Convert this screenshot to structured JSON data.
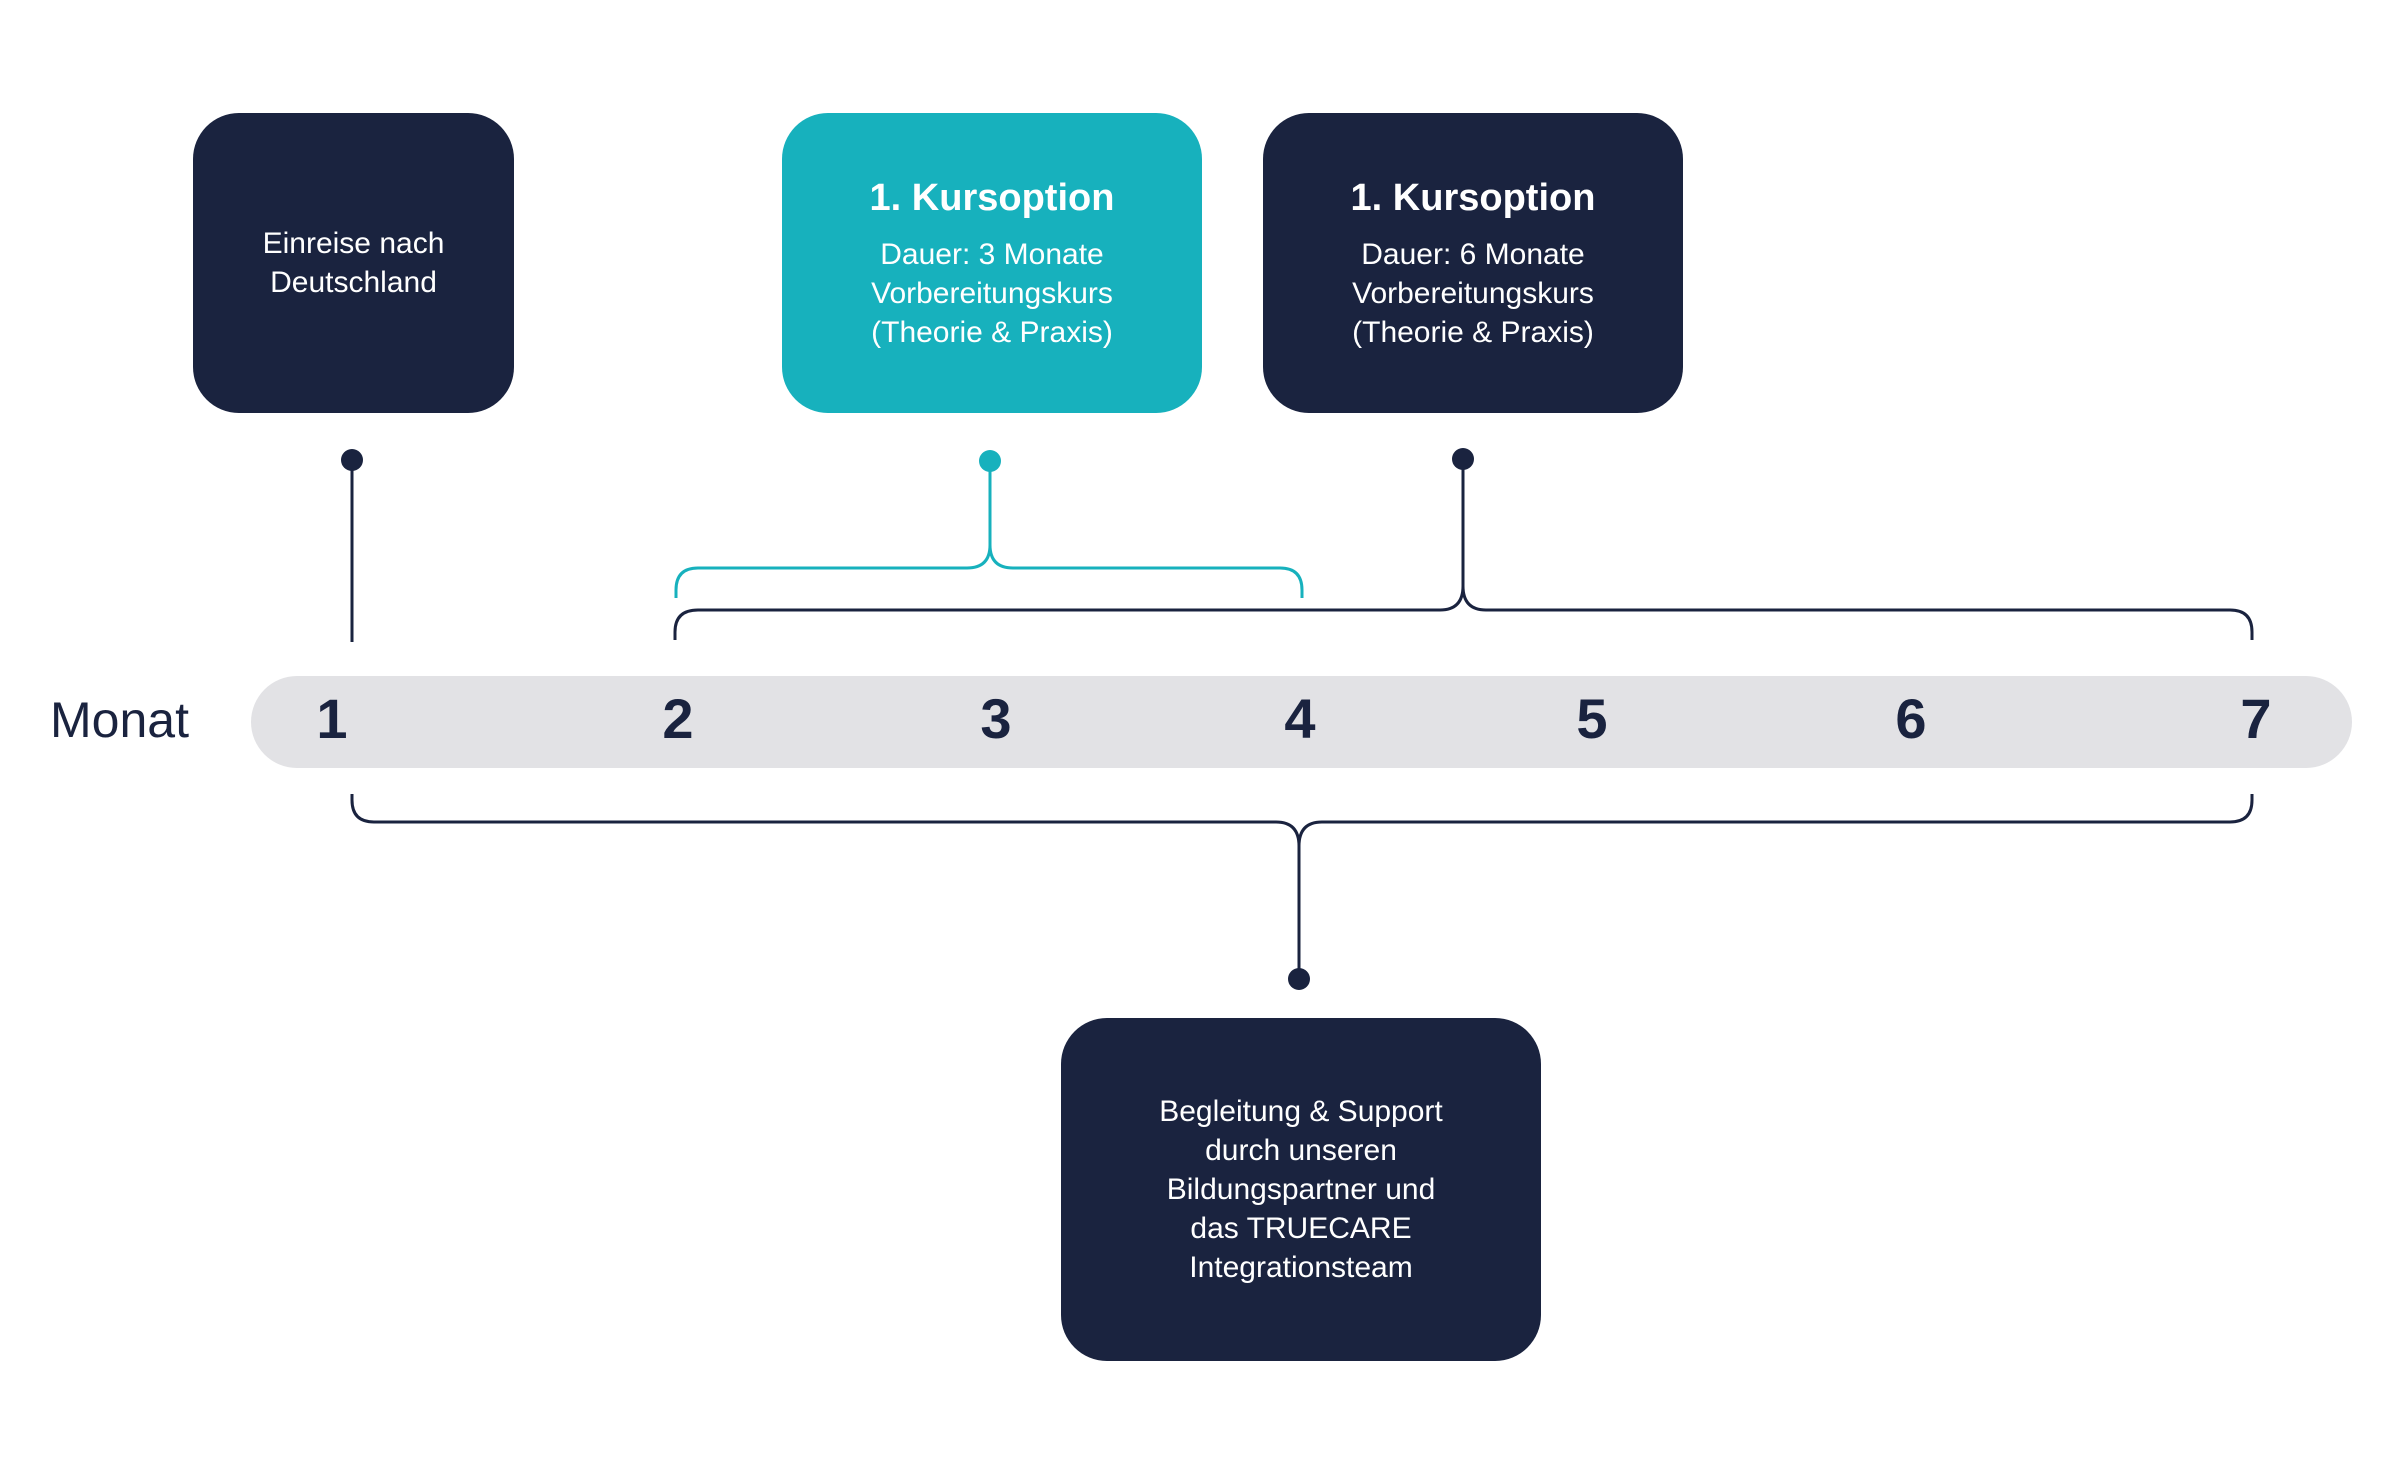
{
  "colors": {
    "dark": "#1a233f",
    "teal": "#17b1bd",
    "bar": "#e2e2e5"
  },
  "axis": {
    "label": "Monat",
    "months": [
      "1",
      "2",
      "3",
      "4",
      "5",
      "6",
      "7"
    ]
  },
  "arrival": {
    "lines": [
      "Einreise nach",
      "Deutschland"
    ]
  },
  "option_short": {
    "title": "1. Kursoption",
    "lines": [
      "Dauer: 3 Monate",
      "Vorbereitungskurs",
      "(Theorie & Praxis)"
    ]
  },
  "option_long": {
    "title": "1. Kursoption",
    "lines": [
      "Dauer: 6 Monate",
      "Vorbereitungskurs",
      "(Theorie & Praxis)"
    ]
  },
  "support": {
    "lines": [
      "Begleitung & Support",
      "durch unseren",
      "Bildungspartner und",
      "das TRUECARE",
      "Integrationsteam"
    ]
  }
}
